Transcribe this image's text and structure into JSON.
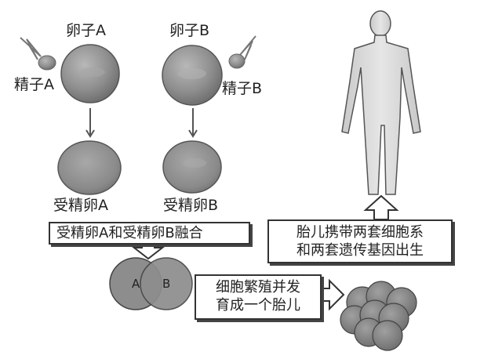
{
  "labels": {
    "egg_a": "卵子A",
    "egg_b": "卵子B",
    "sperm_a": "精子A",
    "sperm_b": "精子B",
    "zygote_a": "受精卵A",
    "zygote_b": "受精卵B",
    "cell_a": "A",
    "cell_b": "B"
  },
  "boxes": {
    "fusion": "受精卵A和受精卵B融合",
    "division_line1": "细胞繁殖并发",
    "division_line2": "育成一个胎儿",
    "result_line1": "胎儿携带两套细胞系",
    "result_line2": "和两套遗传基因出生"
  },
  "colors": {
    "cell_fill": "#8e8e8e",
    "cell_dark": "#6f6f6f",
    "body_fill": "#d7d7d7",
    "outline": "#333333"
  }
}
